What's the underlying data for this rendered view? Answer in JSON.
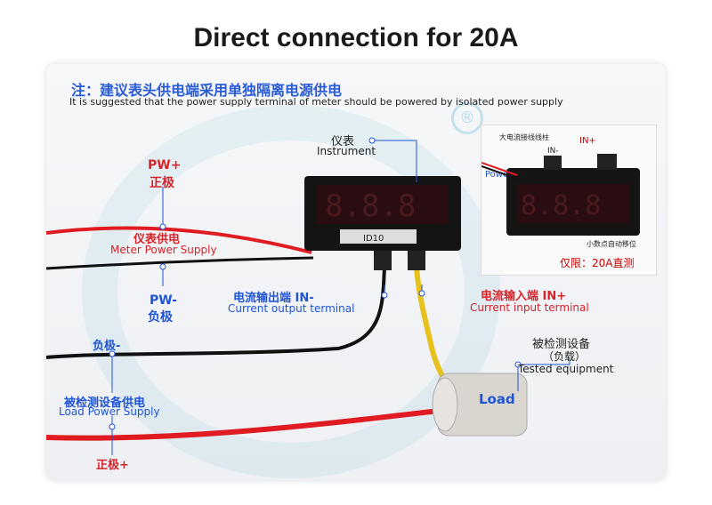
{
  "title": "Direct connection for 20A",
  "note": {
    "cn": "注：建议表头供电端采用单独隔离电源供电",
    "en": "It is suggested that the power supply terminal of meter should be powered by isolated power supply"
  },
  "watermark": "®",
  "instrument": {
    "cn": "仪表",
    "en": "Instrument"
  },
  "display_sticker": "ID10",
  "pw_plus": {
    "en": "PW+",
    "cn": "正极"
  },
  "meter_power": {
    "cn": "仪表供电",
    "en": "Meter Power Supply"
  },
  "pw_minus": {
    "en": "PW-",
    "cn": "负极"
  },
  "current_out": {
    "cn": "电流输出端 IN-",
    "en": "Current output terminal"
  },
  "current_in": {
    "cn": "电流输入端 IN+",
    "en": "Current input terminal"
  },
  "neg": "负极-",
  "load_power": {
    "cn": "被检测设备供电",
    "en": "Load Power Supply"
  },
  "pos": "正极+",
  "tested": {
    "cn1": "被检测设备",
    "cn2": "（负载）",
    "en": "Tested equipment"
  },
  "load_label": "Load",
  "inset": {
    "t1": "大电流接线线柱",
    "t2": "IN+",
    "t3": "IN-",
    "t4": "Power",
    "t5": "小数点自动移位",
    "t6": "仅限：20A直测"
  },
  "colors": {
    "blue": "#1f54d6",
    "red": "#d8232a",
    "wire_red": "#e11b22",
    "wire_black": "#111111",
    "wire_yellow": "#e8c21c"
  }
}
